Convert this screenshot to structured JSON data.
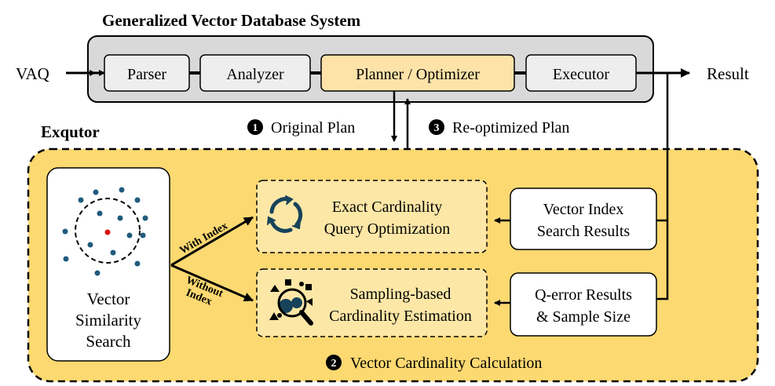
{
  "system": {
    "title": "Generalized Vector Database System",
    "input_label": "VAQ",
    "output_label": "Result",
    "stages": [
      {
        "id": "parser",
        "label": "Parser"
      },
      {
        "id": "analyzer",
        "label": "Analyzer"
      },
      {
        "id": "planner",
        "label": "Planner / Optimizer"
      },
      {
        "id": "executor",
        "label": "Executor"
      }
    ]
  },
  "steps": {
    "step1": {
      "number": "1",
      "label": "Original Plan"
    },
    "step2": {
      "number": "2",
      "label": "Vector Cardinality Calculation"
    },
    "step3": {
      "number": "3",
      "label": "Re-optimized Plan"
    }
  },
  "exqutor": {
    "title": "Exqutor",
    "search_panel": {
      "line1": "Vector",
      "line2": "Similarity",
      "line3": "Search"
    },
    "with_index_label": "With Index",
    "without_index_label1": "Without",
    "without_index_label2": "Index",
    "exact_box": {
      "line1": "Exact Cardinality",
      "line2": "Query Optimization"
    },
    "sampling_box": {
      "line1": "Sampling-based",
      "line2": "Cardinality Estimation"
    },
    "index_results_box": {
      "line1": "Vector Index",
      "line2": "Search Results"
    },
    "qerror_box": {
      "line1": "Q-error Results",
      "line2": "& Sample Size"
    }
  },
  "colors": {
    "system_bg": "#d9d9d9",
    "stage_bg": "#eeeeee",
    "planner_bg": "#fde3a8",
    "exqutor_bg": "#fcd971",
    "inner_box_bg": "#fde7a7",
    "dot_blue": "#1f5b7d",
    "dot_red": "#e01010",
    "icon_teal": "#17435a"
  }
}
